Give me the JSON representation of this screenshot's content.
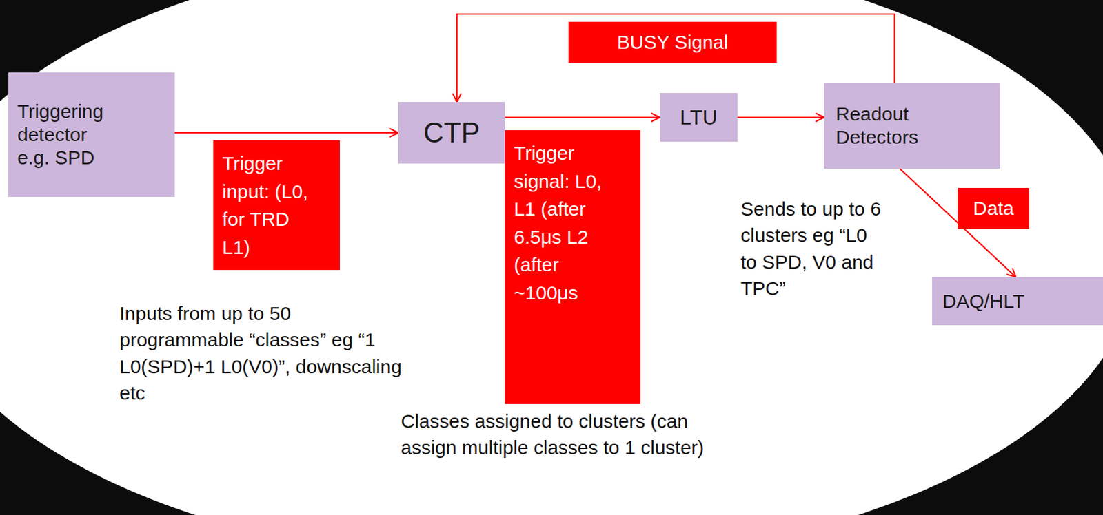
{
  "diagram": {
    "nodes": [
      {
        "text": [
          "Triggering detector e.g. SPD"
        ]
      },
      {
        "text": [
          "CTP"
        ]
      },
      {
        "text": [
          "LTU"
        ]
      },
      {
        "text": [
          "Readout Detectors"
        ]
      },
      {
        "text": [
          "DAQ/HLT"
        ]
      }
    ],
    "edges": [
      {
        "from": 0,
        "to": 1,
        "arrow": "to",
        "label": "Trigger input: (L0, for TRD L1)"
      },
      {
        "from": 1,
        "to": 2,
        "arrow": "to",
        "label": "Trigger signal: L0, L1 (after 6.5μs L2 (after ~100μs"
      },
      {
        "from": 2,
        "to": 3,
        "arrow": "to"
      },
      {
        "from": 3,
        "to": 1,
        "arrow": "to",
        "label": "BUSY Signal"
      },
      {
        "from": 3,
        "to": 4,
        "arrow": "to",
        "label": "Data"
      }
    ],
    "labels": [
      "Inputs from up to 50 programmable “classes” eg “1 L0(SPD)+1 L0(V0)”, downscaling etc",
      "Sends to up to 6 clusters eg “L0 to SPD, V0 and TPC”",
      "Classes assigned to clusters (can assign multiple classes to 1 cluster)"
    ]
  }
}
